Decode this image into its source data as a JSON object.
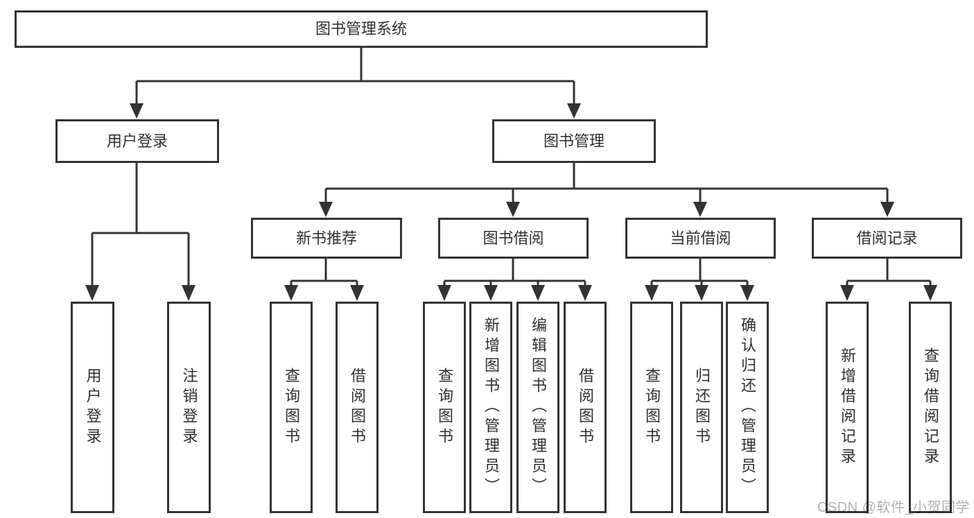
{
  "nodes": {
    "root": "图书管理系统",
    "user_login": "用户登录",
    "book_mgmt": "图书管理",
    "new_books": "新书推荐",
    "book_borrow": "图书借阅",
    "current_borrow": "当前借阅",
    "borrow_records": "借阅记录"
  },
  "leaves": {
    "user_login": [
      "用户登录",
      "注销登录"
    ],
    "new_books": [
      "查询图书",
      "借阅图书"
    ],
    "book_borrow": [
      "查询图书",
      "新增图书（管理员）",
      "编辑图书（管理员）",
      "借阅图书"
    ],
    "current_borrow": [
      "查询图书",
      "归还图书",
      "确认归还（管理员）"
    ],
    "borrow_records": [
      "新增借阅记录",
      "查询借阅记录"
    ]
  },
  "watermark": "CSDN @软件_小贺同学",
  "colors": {
    "line": "#333333",
    "box_background": "#ffffff",
    "text": "#2f2f2f",
    "watermark": "#b0b0b0",
    "page_background": "#ffffff"
  }
}
